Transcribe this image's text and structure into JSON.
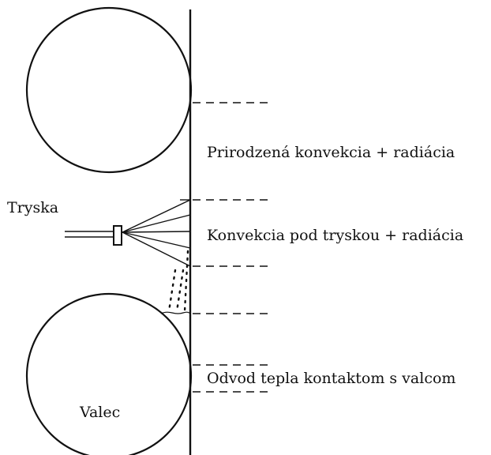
{
  "labels": {
    "nozzle": "Tryska",
    "zone_natural": "Prirodzená konvekcia + radiácia",
    "zone_jet": "Konvekcia pod tryskou + radiácia",
    "zone_contact": "Odvod tepla kontaktom s valcom",
    "roll": "Valec"
  }
}
